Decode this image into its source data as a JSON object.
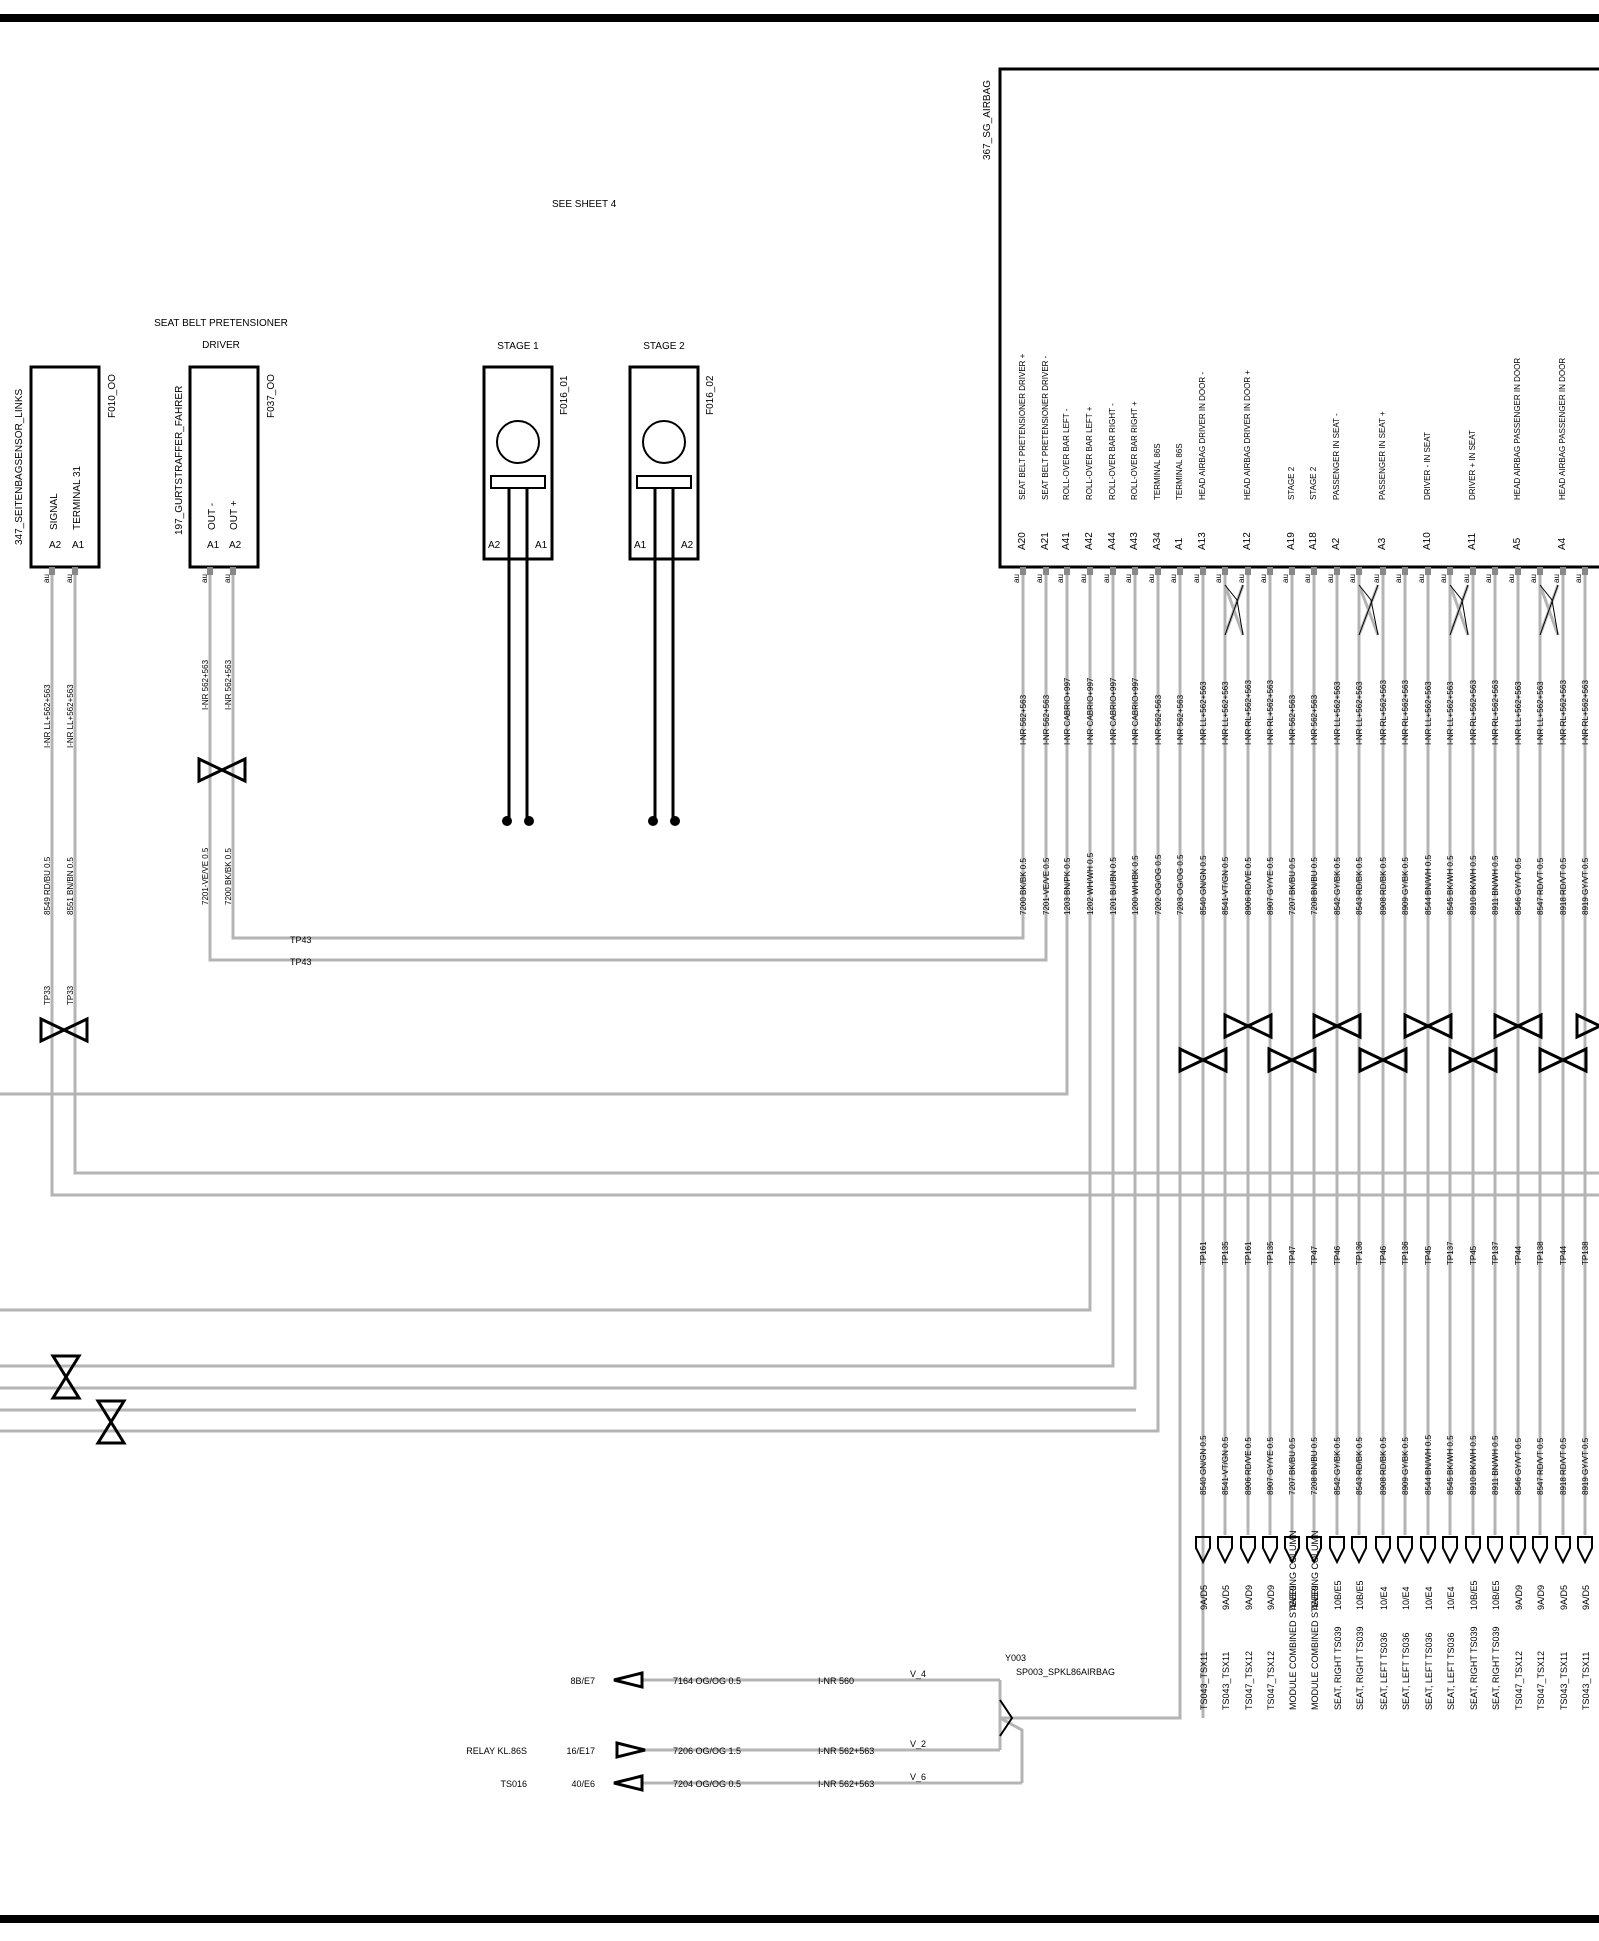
{
  "header_note": "SEE SHEET 4",
  "pretensioner": {
    "title": "SEAT BELT PRETENSIONER",
    "subtitle": "DRIVER"
  },
  "components": {
    "side_sensor": {
      "name": "347_SEITENBAGSENSOR_LINKS",
      "ref": "F010_OO",
      "pin_labels": [
        "SIGNAL",
        "TERMINAL 31"
      ],
      "pins": [
        "A2",
        "A1"
      ],
      "wire_spec": [
        "I-NR LL+562+563",
        "I-NR LL+562+563"
      ],
      "wire_color": [
        "8549 RD/BU 0.5",
        "8551 BN/BN 0.5"
      ],
      "tp": [
        "TP33",
        "TP33"
      ]
    },
    "gurtstraffer": {
      "name": "197_GURTSTRAFFER_FAHRER",
      "ref": "F037_OO",
      "pin_labels": [
        "OUT -",
        "OUT +"
      ],
      "pins": [
        "A1",
        "A2"
      ],
      "wire_spec": [
        "I-NR 562+563",
        "I-NR 562+563"
      ],
      "wire_color": [
        "7201-VE/VE 0.5",
        "7200 BK/BK 0.5"
      ],
      "tp": [
        "TP43",
        "TP43"
      ]
    },
    "stage1": {
      "title": "STAGE 1",
      "ref": "F016_01",
      "pins": [
        "A2",
        "A1"
      ]
    },
    "stage2": {
      "title": "STAGE 2",
      "ref": "F016_02",
      "pins": [
        "A1",
        "A2"
      ]
    },
    "airbag_ecu": {
      "name": "367_SG_AIRBAG",
      "pins": [
        {
          "label": "SEAT BELT PRETENSIONER DRIVER +",
          "pin": "A20",
          "spec": "I-NR 562+563",
          "color": "7200 BK/BK 0.5",
          "tp": ""
        },
        {
          "label": "SEAT BELT PRETENSIONER DRIVER -",
          "pin": "A21",
          "spec": "I-NR 562+563",
          "color": "7201-VE/VE 0.5",
          "tp": ""
        },
        {
          "label": "ROLL-OVER BAR LEFT -",
          "pin": "A41",
          "spec": "I-NR CABRIO+997",
          "color": "1203 BN/PK 0.5",
          "tp": ""
        },
        {
          "label": "ROLL-OVER BAR LEFT +",
          "pin": "A42",
          "spec": "I-NR CABRIO+997",
          "color": "1202 WH/WH 0.5",
          "tp": ""
        },
        {
          "label": "ROLL-OVER BAR RIGHT -",
          "pin": "A44",
          "spec": "I-NR CABRIO+997",
          "color": "1201 BU/BN 0.5",
          "tp": ""
        },
        {
          "label": "ROLL-OVER BAR RIGHT +",
          "pin": "A43",
          "spec": "I-NR CABRIO+997",
          "color": "1200 WH/BK 0.5",
          "tp": ""
        },
        {
          "label": "TERMINAL 86S",
          "pin": "A34",
          "spec": "I-NR 562+563",
          "color": "7202 OG/OG 0.5",
          "tp": ""
        },
        {
          "label": "TERMINAL 86S",
          "pin": "A1",
          "spec": "I-NR 562+563",
          "color": "7203 OG/OG 0.5",
          "tp": ""
        },
        {
          "label": "HEAD AIRBAG DRIVER IN DOOR -",
          "pin": "A13",
          "spec": "I-NR LL+562+563",
          "color": "8540 GN/GN 0.5",
          "tp": "TP161"
        },
        {
          "label": "",
          "pin": "",
          "spec": "I-NR LL+562+563",
          "color": "8541-VT/GN 0.5",
          "tp": "TP135"
        },
        {
          "label": "HEAD AIRBAG DRIVER IN DOOR +",
          "pin": "A12",
          "spec": "I-NR RL+562+563",
          "color": "8906 RD/VE 0.5",
          "tp": "TP161"
        },
        {
          "label": "",
          "pin": "",
          "spec": "I-NR RL+562+563",
          "color": "8907 GY/YE 0.5",
          "tp": "TP135"
        },
        {
          "label": "STAGE 2",
          "pin": "A19",
          "spec": "I-NR 562+563",
          "color": "7207 BK/BU 0.5",
          "tp": "TP47"
        },
        {
          "label": "STAGE 2",
          "pin": "A18",
          "spec": "I-NR 562+563",
          "color": "7208 BN/BU 0.5",
          "tp": "TP47"
        },
        {
          "label": "PASSENGER IN SEAT -",
          "pin": "A2",
          "spec": "I-NR LL+562+563",
          "color": "8542 GY/BK 0.5",
          "tp": "TP46"
        },
        {
          "label": "",
          "pin": "",
          "spec": "I-NR LL+562+563",
          "color": "8543 RD/BK 0.5",
          "tp": "TP136"
        },
        {
          "label": "PASSENGER IN SEAT +",
          "pin": "A3",
          "spec": "I-NR RL+562+563",
          "color": "8908 RD/BK 0.5",
          "tp": "TP46"
        },
        {
          "label": "",
          "pin": "",
          "spec": "I-NR RL+562+563",
          "color": "8909 GY/BK 0.5",
          "tp": "TP136"
        },
        {
          "label": "DRIVER - IN SEAT",
          "pin": "A10",
          "spec": "I-NR LL+562+563",
          "color": "8544 BN/WH 0.5",
          "tp": "TP45"
        },
        {
          "label": "",
          "pin": "",
          "spec": "I-NR LL+562+563",
          "color": "8545 BK/WH 0.5",
          "tp": "TP137"
        },
        {
          "label": "DRIVER + IN SEAT",
          "pin": "A11",
          "spec": "I-NR RL+562+563",
          "color": "8910 BK/WH 0.5",
          "tp": "TP45"
        },
        {
          "label": "",
          "pin": "",
          "spec": "I-NR RL+562+563",
          "color": "8911 BN/WH 0.5",
          "tp": "TP137"
        },
        {
          "label": "HEAD AIRBAG PASSENGER IN DOOR",
          "pin": "A5",
          "spec": "I-NR LL+562+563",
          "color": "8546 GY/VT 0.5",
          "tp": "TP44"
        },
        {
          "label": "",
          "pin": "",
          "spec": "I-NR LL+562+563",
          "color": "8547 RD/VT 0.5",
          "tp": "TP138"
        },
        {
          "label": "HEAD AIRBAG PASSENGER IN DOOR",
          "pin": "A4",
          "spec": "I-NR RL+562+563",
          "color": "8918 RD/VT 0.5",
          "tp": "TP44"
        },
        {
          "label": "",
          "pin": "",
          "spec": "I-NR RL+562+563",
          "color": "8919 GY/VT 0.5",
          "tp": "TP138"
        }
      ]
    }
  },
  "terminals": [
    {
      "color": "8540 GN/GN 0.5",
      "ref": "9A/D5",
      "dest": "TS043_TSX11"
    },
    {
      "color": "8541-VT/GN 0.5",
      "ref": "9A/D5",
      "dest": "TS043_TSX11"
    },
    {
      "color": "8906 RD/VE 0.5",
      "ref": "9A/D9",
      "dest": "TS047_TSX12"
    },
    {
      "color": "8907 GY/YE 0.5",
      "ref": "9A/D9",
      "dest": "TS047_TSX12"
    },
    {
      "color": "7207 BK/BU 0.5",
      "ref": "4A/E9",
      "dest": "MODULE COMBINED STEERING COLUMN"
    },
    {
      "color": "7208 BN/BU 0.5",
      "ref": "4A/E9",
      "dest": "MODULE COMBINED STEERING COLUMN"
    },
    {
      "color": "8542 GY/BK 0.5",
      "ref": "10B/E5",
      "dest": "SEAT, RIGHT TS039"
    },
    {
      "color": "8543 RD/BK 0.5",
      "ref": "10B/E5",
      "dest": "SEAT, RIGHT TS039"
    },
    {
      "color": "8908 RD/BK 0.5",
      "ref": "10/E4",
      "dest": "SEAT, LEFT TS036"
    },
    {
      "color": "8909 GY/BK 0.5",
      "ref": "10/E4",
      "dest": "SEAT, LEFT TS036"
    },
    {
      "color": "8544 BN/WH 0.5",
      "ref": "10/E4",
      "dest": "SEAT, LEFT TS036"
    },
    {
      "color": "8545 BK/WH 0.5",
      "ref": "10/E4",
      "dest": "SEAT, LEFT TS036"
    },
    {
      "color": "8910 BK/WH 0.5",
      "ref": "10B/E5",
      "dest": "SEAT, RIGHT TS039"
    },
    {
      "color": "8911 BN/WH 0.5",
      "ref": "10B/E5",
      "dest": "SEAT, RIGHT TS039"
    },
    {
      "color": "8546 GY/VT 0.5",
      "ref": "9A/D9",
      "dest": "TS047_TSX12"
    },
    {
      "color": "8547 RD/VT 0.5",
      "ref": "9A/D9",
      "dest": "TS047_TSX12"
    },
    {
      "color": "8918 RD/VT 0.5",
      "ref": "9A/D5",
      "dest": "TS043_TSX11"
    },
    {
      "color": "8919 GY/VT 0.5",
      "ref": "9A/D5",
      "dest": "TS043_TSX11"
    }
  ],
  "splice": {
    "id": "Y003",
    "name": "SP003_SPKL86AIRBAG",
    "rows": [
      {
        "label": "",
        "ref": "8B/E7",
        "color": "7164 OG/OG 0.5",
        "spec": "I-NR 560",
        "v": "V_4"
      },
      {
        "label": "RELAY KL.86S",
        "ref": "16/E17",
        "color": "7206 OG/OG 1.5",
        "spec": "I-NR 562+563",
        "v": "V_2"
      },
      {
        "label": "TS016",
        "ref": "40/E6",
        "color": "7204 OG/OG 0.5",
        "spec": "I-NR 562+563",
        "v": "V_6"
      }
    ]
  },
  "tp43_labels": [
    "TP43",
    "TP43"
  ],
  "au": "au",
  "colors": {
    "wire": "#b4b4b4",
    "ink": "#000000"
  }
}
